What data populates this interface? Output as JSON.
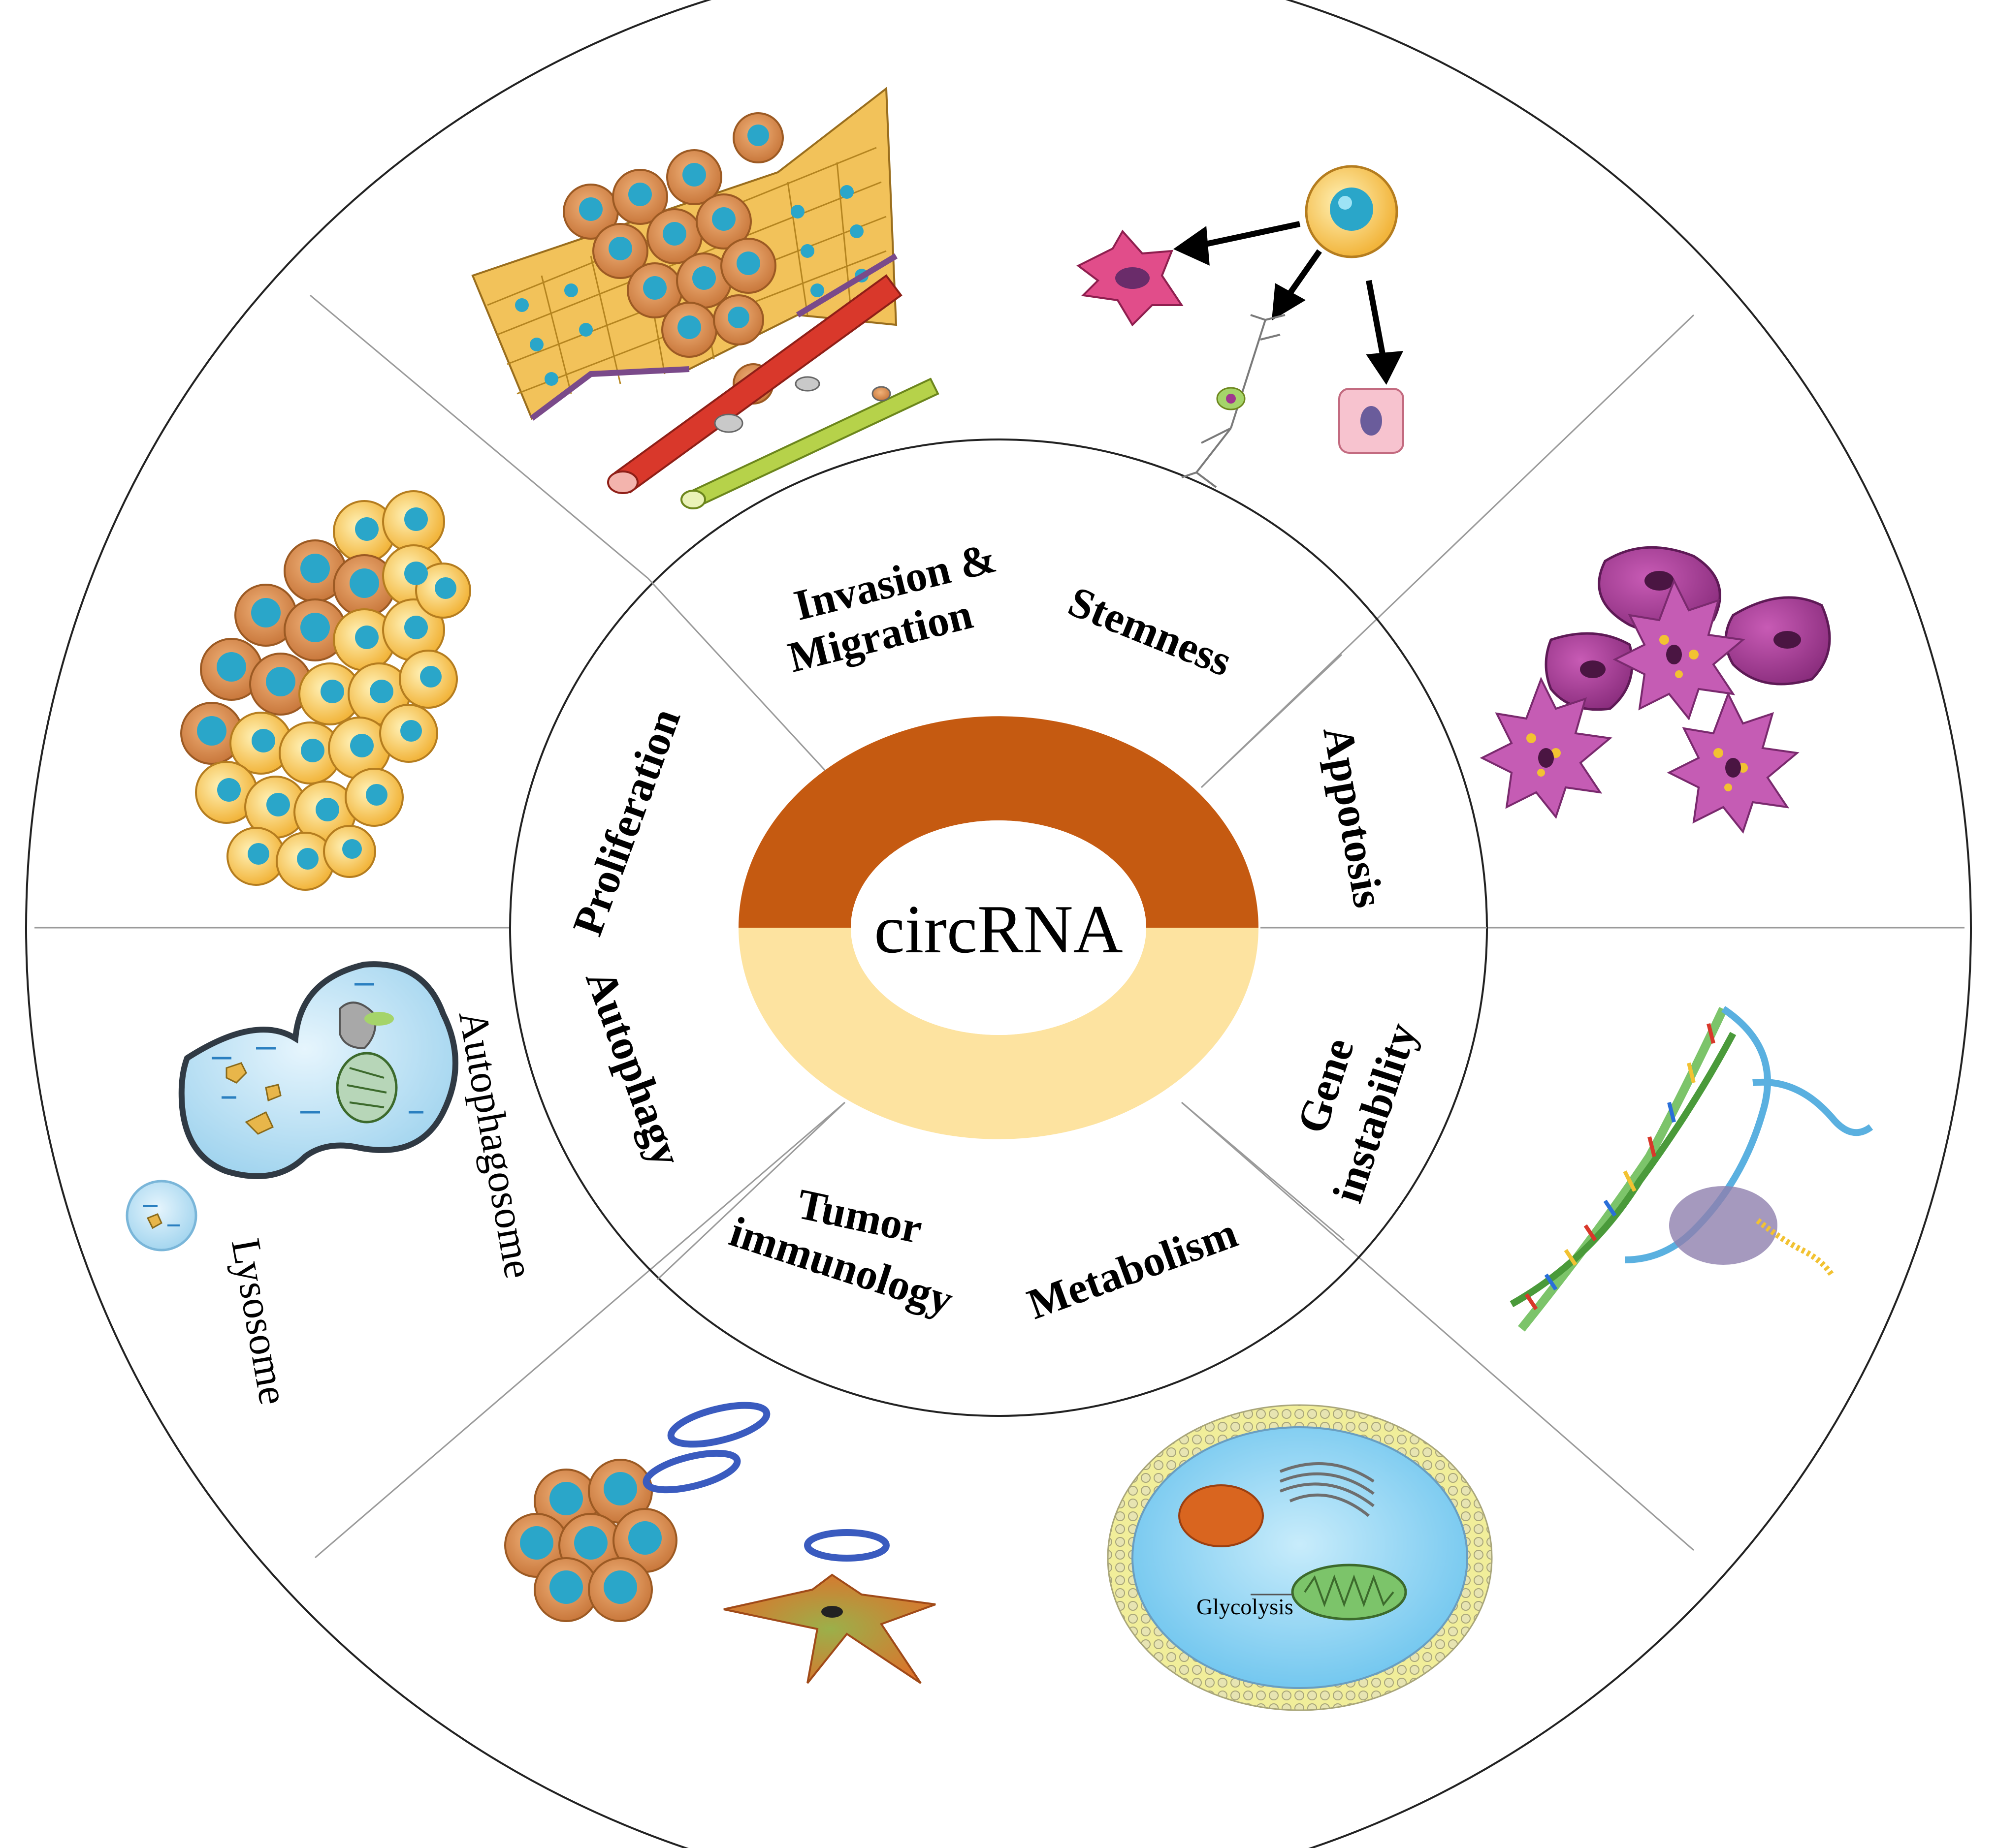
{
  "center": {
    "label": "circRNA",
    "colors": {
      "top": "#c55a11",
      "bottom": "#fde3a0"
    }
  },
  "sectors": {
    "proliferation": "Proliferation",
    "invasion_line1": "Invasion &",
    "invasion_line2": "Migration",
    "stemness": "Stemness",
    "apoptosis": "Appotosis",
    "gene_line1": "Gene",
    "gene_line2": "instability",
    "metabolism": "Metabolism",
    "tumor_line1": "Tumor",
    "tumor_line2": "immunology",
    "autophagy": "Autophagy"
  },
  "illustrations": {
    "autophagosome": "Autophagosome",
    "lysosome": "Lysosome",
    "glycolysis": "Glycolysis"
  },
  "colors": {
    "cell_yellow": "#f4c04e",
    "nucleus_blue": "#2aa6c9",
    "tumor_brown": "#d9904e",
    "apoptotic_purple": "#a0368f",
    "vessel_red": "#d9382b",
    "mito_green": "#7cc46a",
    "cytoplasm_blue": "#bde3f5"
  }
}
